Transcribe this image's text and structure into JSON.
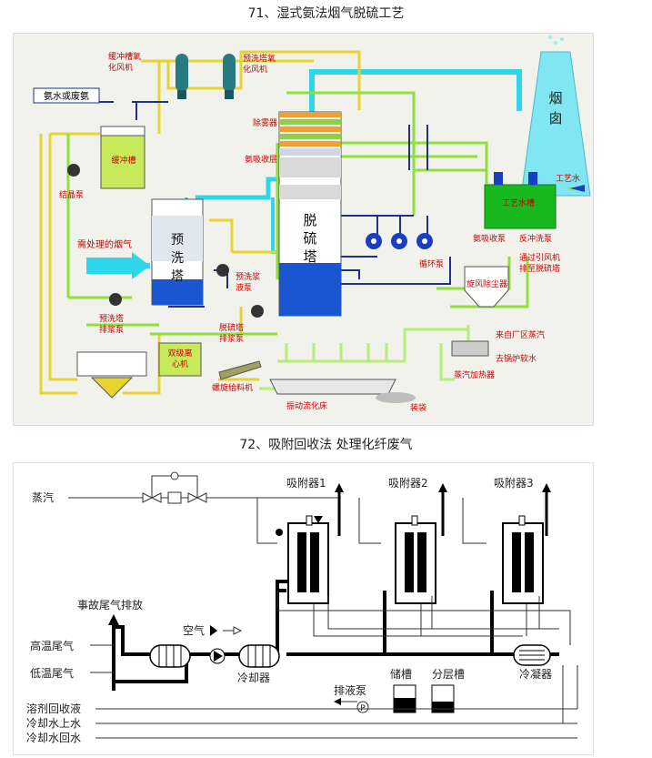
{
  "captions": {
    "fig71": "71、湿式氨法烟气脱硫工艺",
    "fig72": "72、吸附回收法 处理化纤废气"
  },
  "fig71": {
    "ammonia_input": "氨水或废氨",
    "buffer_tank_fan": [
      "缓冲槽氧",
      "化风机"
    ],
    "buffer_tank": "缓冲槽",
    "crystal_pump": "结晶泵",
    "washer_fan": [
      "预洗塔氧",
      "化风机"
    ],
    "demister": "除雾器",
    "absorb_layer": "氨吸收层",
    "desulf_tower": [
      "脱",
      "硫",
      "塔"
    ],
    "prewash_tower": [
      "预",
      "洗",
      "塔"
    ],
    "flue_in": "需处理的烟气",
    "prewash_pump": [
      "预洗浆",
      "液泵"
    ],
    "prewash_discharge": [
      "预洗塔",
      "排浆泵"
    ],
    "desulf_discharge": [
      "脱硫塔",
      "排浆泵"
    ],
    "circ_pump": "循环泵",
    "chimney": [
      "烟",
      "囱"
    ],
    "process_water": "工艺水",
    "water_tank": "工艺水槽",
    "ammonia_absorb_pump": "氨吸收泵",
    "backwash_pump": "反冲洗泵",
    "induced_fan": [
      "通过引风机",
      "排至脱硫塔"
    ],
    "cyclone": "旋风除尘器",
    "steam_in": "来自厂区蒸汽",
    "boiler_water": "去锅炉软水",
    "steam_heater": "蒸汽加热器",
    "centrifuge": [
      "双级离",
      "心机"
    ],
    "screw_feeder": "螺旋给料机",
    "fluid_bed": "振动流化床",
    "packing": "装袋"
  },
  "fig72": {
    "steam": "蒸汽",
    "adsorber1": "吸附器1",
    "adsorber2": "吸附器2",
    "adsorber3": "吸附器3",
    "emergency": "事故尾气排放",
    "air": "空气",
    "high_temp": "高温尾气",
    "low_temp": "低温尾气",
    "cooler": "冷却器",
    "drain_pump": "排液泵",
    "pump_mark": "P",
    "storage": "储槽",
    "separator": "分层槽",
    "condenser": "冷凝器",
    "solvent": "溶剂回收液",
    "cw_supply": "冷却水上水",
    "cw_return": "冷却水回水"
  }
}
